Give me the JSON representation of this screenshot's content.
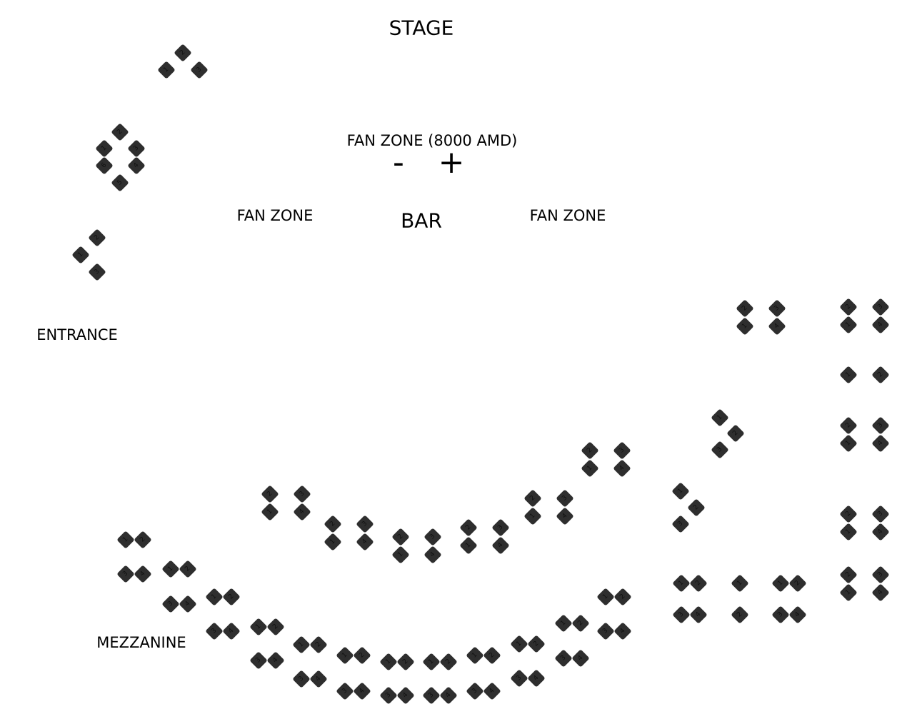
{
  "labels": {
    "stage": "STAGE",
    "fan_zone_price": "FAN ZONE (8000 AMD)",
    "decrease": "-",
    "increase": "+",
    "fan_zone_left": "FAN ZONE",
    "bar": "BAR",
    "fan_zone_right": "FAN ZONE",
    "entrance": "ENTRANCE",
    "mezzanine": "MEZZANINE"
  },
  "seat_color": "#2e2e2e",
  "groups": [
    {
      "seats": [
        "1",
        "2",
        "3"
      ]
    },
    {
      "seats": [
        "2",
        "1",
        "3",
        "6",
        "4",
        "5"
      ]
    },
    {
      "seats": [
        "2",
        "1",
        "3"
      ]
    },
    {
      "seats": [
        "2",
        "1",
        "3",
        "4"
      ]
    },
    {
      "seats": [
        "2",
        "1",
        "3",
        "4"
      ]
    },
    {
      "seats": [
        "2",
        "1",
        "3",
        "4"
      ]
    },
    {
      "seats": [
        "2",
        "1",
        "3",
        "4"
      ]
    },
    {
      "seats": [
        "2",
        "1",
        "3",
        "4"
      ]
    },
    {
      "seats": [
        "2",
        "1",
        "3",
        "4"
      ]
    },
    {
      "seats": [
        "2",
        "1",
        "3",
        "4"
      ]
    },
    {
      "seats": [
        "2",
        "1",
        "3",
        "4"
      ]
    },
    {
      "seats": [
        "1",
        "2"
      ]
    },
    {
      "seats": [
        "2",
        "1",
        "3",
        "4"
      ]
    },
    {
      "seats": [
        "2",
        "1",
        "3",
        "4"
      ]
    },
    {
      "seats": [
        "2",
        "1",
        "3",
        "4"
      ]
    },
    {
      "seats": [
        "1",
        "2",
        "3"
      ]
    },
    {
      "seats": [
        "1",
        "2",
        "3"
      ]
    },
    {
      "seats": [
        "1",
        "2",
        "3",
        "4"
      ]
    },
    {
      "seats": [
        "1",
        "2",
        "3",
        "4"
      ]
    },
    {
      "seats": [
        "1",
        "2",
        "3",
        "4"
      ]
    },
    {
      "seats": [
        "1",
        "2",
        "3",
        "4"
      ]
    },
    {
      "seats": [
        "1",
        "2",
        "3",
        "4"
      ]
    },
    {
      "seats": [
        "1",
        "2",
        "3",
        "4"
      ]
    },
    {
      "seats": [
        "1",
        "2",
        "3",
        "4"
      ]
    },
    {
      "seats": [
        "1",
        "2",
        "3",
        "4"
      ]
    },
    {
      "seats": [
        "1",
        "2",
        "3",
        "4"
      ]
    },
    {
      "seats": [
        "1",
        "2",
        "3",
        "4"
      ]
    },
    {
      "seats": [
        "1",
        "2",
        "3",
        "4"
      ]
    },
    {
      "seats": [
        "1",
        "2",
        "3",
        "4"
      ]
    },
    {
      "seats": [
        "1",
        "2",
        "3",
        "4"
      ]
    },
    {
      "seats": [
        "1",
        "2"
      ]
    },
    {
      "seats": [
        "1",
        "2",
        "3",
        "4"
      ]
    }
  ]
}
